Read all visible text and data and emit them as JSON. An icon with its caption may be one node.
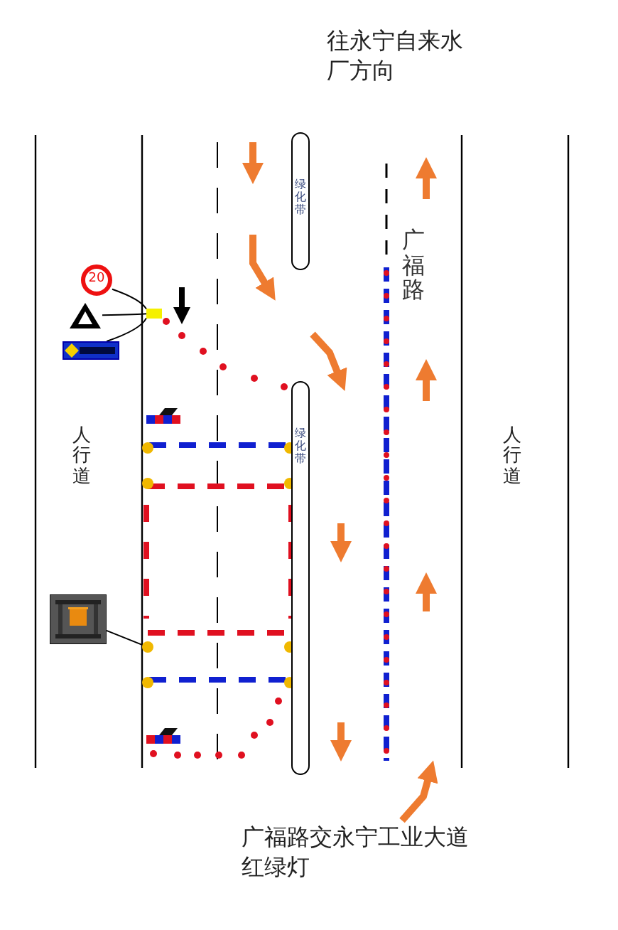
{
  "diagram": {
    "title": "往永宁自来水厂方向",
    "caption": "广福路交永宁工业大道红绿灯",
    "nodes": [
      {
        "text": [
          "20"
        ]
      },
      {
        "text": [],
        "shape": "picture"
      },
      {
        "text": [],
        "shape": "box"
      },
      {
        "text": [],
        "shape": "bar"
      },
      {
        "text": [],
        "shape": "picture"
      },
      {
        "text": [
          "绿化带"
        ]
      },
      {
        "text": [
          "绿化带"
        ]
      },
      {
        "text": [],
        "shape": "circle"
      }
    ],
    "edges": [
      {
        "from": 0,
        "to": 3,
        "arrow": "none"
      },
      {
        "from": 1,
        "to": 3,
        "arrow": "none"
      },
      {
        "from": 2,
        "to": 3,
        "arrow": "none"
      },
      {
        "from": 4,
        "to": 7,
        "arrow": "none"
      }
    ],
    "labels": [
      "广福路",
      "人行道",
      "人行道"
    ]
  }
}
